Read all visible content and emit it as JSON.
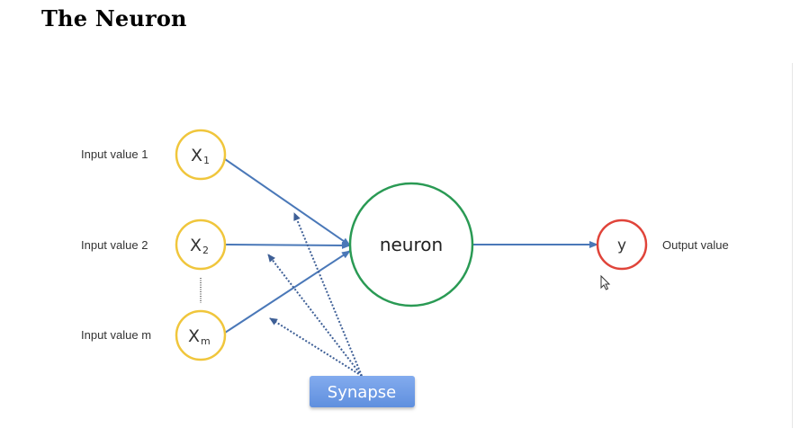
{
  "page": {
    "title": "The Neuron"
  },
  "diagram": {
    "inputs": [
      {
        "label": "Input value 1",
        "symbol": "X",
        "subscript": "1"
      },
      {
        "label": "Input value 2",
        "symbol": "X",
        "subscript": "2"
      },
      {
        "label": "Input value m",
        "symbol": "X",
        "subscript": "m"
      }
    ],
    "neuron_label": "neuron",
    "output_symbol": "y",
    "output_label": "Output value",
    "synapse_label": "Synapse"
  },
  "colors": {
    "input_node_stroke": "#f0c63c",
    "neuron_stroke": "#2a9a54",
    "output_node_stroke": "#e0443a",
    "connection": "#4a78b8",
    "synapse_button": "#6f9de6",
    "synapse_dots": "#3e5f96"
  }
}
